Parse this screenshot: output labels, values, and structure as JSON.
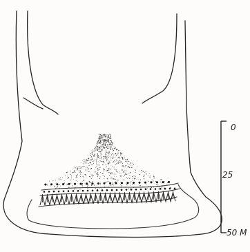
{
  "scale_bar": {
    "ticks": [
      "0",
      "25",
      "50 M"
    ]
  }
}
